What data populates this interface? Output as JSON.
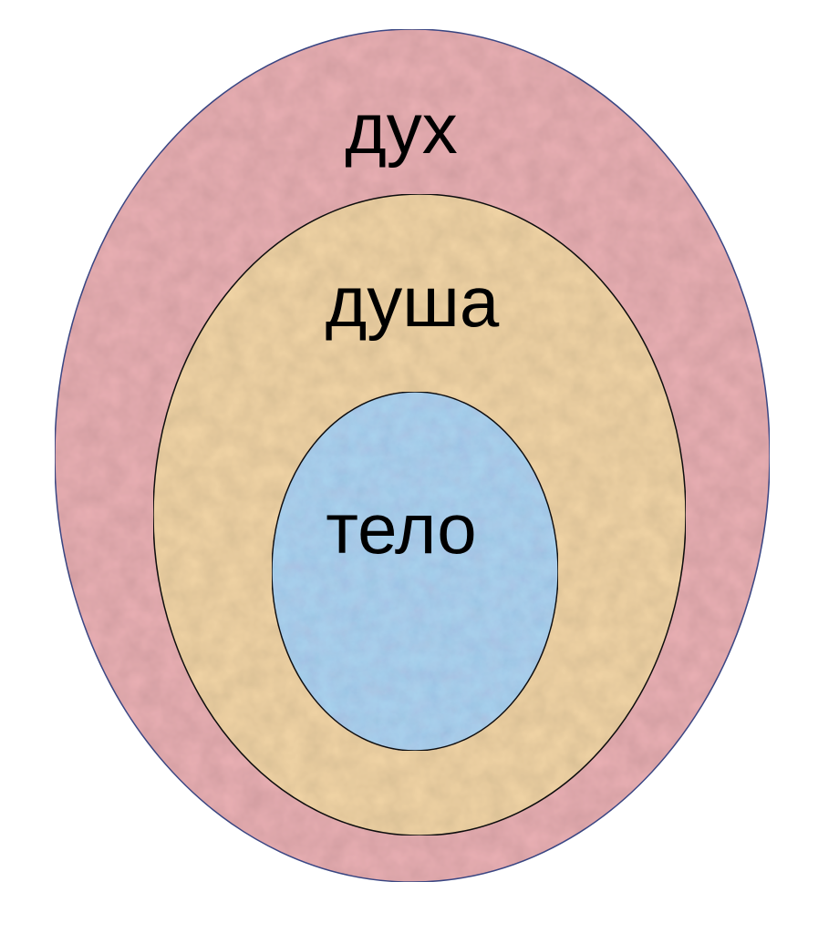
{
  "diagram": {
    "layers": [
      {
        "id": "outer",
        "label": "дух",
        "fill": "#eab0b4",
        "stroke": "#3d4a8a"
      },
      {
        "id": "middle",
        "label": "душа",
        "fill": "#f2d5a6",
        "stroke": "#111111"
      },
      {
        "id": "inner",
        "label": "тело",
        "fill": "#a9d3ee",
        "stroke": "#111111"
      }
    ],
    "background": "#ffffff"
  }
}
